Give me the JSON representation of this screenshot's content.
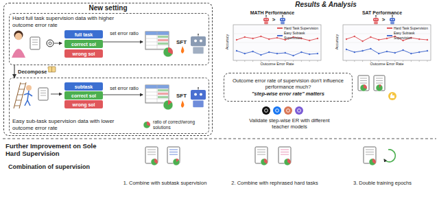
{
  "diagram": {
    "nodes": [
      {
        "text": [
          "New setting"
        ]
      },
      {
        "text": [
          "Hard full task supervision data with higher outcome error rate"
        ],
        "in": 0
      },
      {
        "text": [
          "full task"
        ],
        "in": 1
      },
      {
        "text": [
          "correct sol"
        ],
        "in": 1
      },
      {
        "text": [
          "wrong sol"
        ],
        "in": 1
      },
      {
        "text": [
          "Easy sub-task supervision data with lower outcome error rate"
        ],
        "in": 0
      },
      {
        "text": [
          "subtask"
        ],
        "in": 5
      },
      {
        "text": [
          "correct sol"
        ],
        "in": 5
      },
      {
        "text": [
          "wrong sol"
        ],
        "in": 5
      },
      {
        "text": [
          "MATH Performance"
        ]
      },
      {
        "text": [
          "SAT Performance"
        ]
      },
      {
        "text": [
          "Outcome error rate of supervision don't influence performance much?",
          "\"step-wise error rate\" matters"
        ]
      }
    ],
    "edges": [
      {
        "from": 1,
        "to": 5,
        "label": "Decompose",
        "arrow": "to"
      }
    ],
    "labels": [
      "set error ratio",
      "SFT",
      "set error ratio",
      "SFT",
      "Results & Analysis",
      ">",
      "Accuracy",
      "Outcome Error Rate",
      ">",
      "Accuracy",
      "Outcome Error Rate",
      "Validate step-wise ER with different teacher models",
      "Further Improvement on Sole Hard Supervision",
      "Combination of supervision",
      "1. Combine with subtask supervision",
      "2. Combine with rephrased hard tasks",
      "3. Double training epochs"
    ],
    "legend": [
      {
        "text": "ratio of correct/wrong solutions"
      },
      {
        "text": "Hard Task Supervision",
        "color": "#e0575b"
      },
      {
        "text": "Easy Subtask Supervision",
        "color": "#4a6fd1"
      },
      {
        "text": "Hard Task Supervision",
        "color": "#e0575b"
      },
      {
        "text": "Easy Subtask Supervision",
        "color": "#4a6fd1"
      }
    ]
  }
}
